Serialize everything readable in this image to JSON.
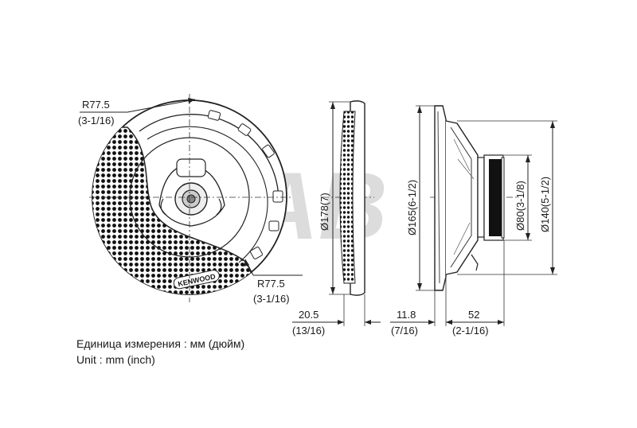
{
  "brand": "KENWOOD",
  "watermark": "AB",
  "front_view": {
    "radius_top": "R77.5",
    "radius_top_inch": "(3-1/16)",
    "radius_bottom": "R77.5",
    "radius_bottom_inch": "(3-1/16)"
  },
  "side_view_1": {
    "height": "Ø178(7)",
    "depth": "20.5",
    "depth_inch": "(13/16)"
  },
  "side_view_2": {
    "outer_diameter": "Ø165(6-1/2)",
    "cutout_diameter": "Ø140(5-1/2)",
    "magnet_diameter": "Ø80(3-1/8)",
    "flange_depth": "11.8",
    "flange_depth_inch": "(7/16)",
    "mount_depth": "52",
    "mount_depth_inch": "(2-1/16)"
  },
  "units": {
    "ru": "Единица измерения : мм (дюйм)",
    "en": "Unit : mm (inch)"
  }
}
